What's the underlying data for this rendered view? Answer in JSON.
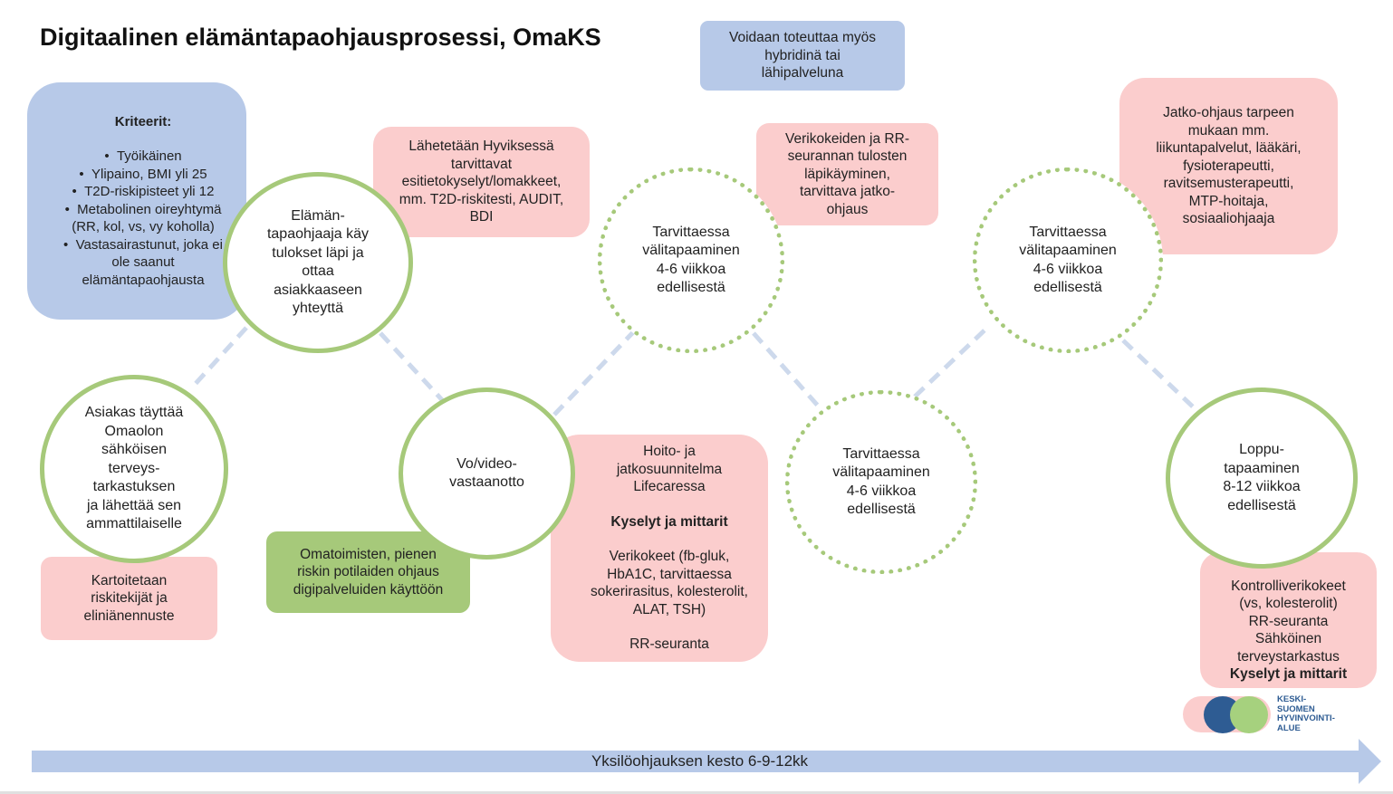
{
  "title": "Digitaalinen elämäntapaohjausprosessi, OmaKS",
  "hybrid_note": [
    "Voidaan toteuttaa myös",
    "hybridinä tai",
    "lähipalveluna"
  ],
  "criteria": {
    "heading": "Kriteerit:",
    "items": [
      "Työikäinen",
      "Ylipaino, BMI yli 25",
      "T2D-riskipisteet yli 12",
      "Metabolinen oireyhtymä (RR, kol, vs, vy koholla)",
      "Vastasairastunut, joka ei ole saanut elämäntapaohjausta"
    ]
  },
  "steps": {
    "step1": [
      "Asiakas täyttää",
      "Omaolon",
      "sähköisen",
      "terveys-",
      "tarkastuksen",
      "ja lähettää sen",
      "ammattilaiselle"
    ],
    "step2": [
      "Elämän-",
      "tapaohjaaja käy",
      "tulokset läpi ja",
      "ottaa",
      "asiakkaaseen",
      "yhteyttä"
    ],
    "step3": [
      "Vo/video-",
      "vastaanotto"
    ],
    "step4": [
      "Tarvittaessa",
      "välitapaaminen",
      "4-6 viikkoa",
      "edellisestä"
    ],
    "step5": [
      "Tarvittaessa",
      "välitapaaminen",
      "4-6 viikkoa",
      "edellisestä"
    ],
    "step6": [
      "Tarvittaessa",
      "välitapaaminen",
      "4-6 viikkoa",
      "edellisestä"
    ],
    "step7": [
      "Loppu-",
      "tapaaminen",
      "8-12 viikkoa",
      "edellisestä"
    ]
  },
  "notes": {
    "risk_mapping": [
      "Kartoitetaan",
      "riskitekijät ja",
      "eliniänennuste"
    ],
    "self_care": [
      "Omatoimisten, pienen",
      "riskin potilaiden ohjaus",
      "digipalveluiden käyttöön"
    ],
    "pre_forms": [
      "Lähetetään Hyviksessä",
      "tarvittavat",
      "esitietokyselyt/lomakkeet,",
      "mm. T2D-riskitesti, AUDIT,",
      "BDI"
    ],
    "care_plan": {
      "lines": [
        "Hoito- ja",
        "jatkosuunnitelma",
        "Lifecaressa"
      ],
      "heading": "Kyselyt ja mittarit",
      "tests": [
        "Verikokeet (fb-gluk,",
        "HbA1C, tarvittaessa",
        "sokerirasitus, kolesterolit,",
        "ALAT, TSH)"
      ],
      "rr": "RR-seuranta"
    },
    "blood_review": [
      "Verikokeiden ja RR-",
      "seurannan tulosten",
      "läpikäyminen,",
      "tarvittava jatko-",
      "ohjaus"
    ],
    "follow_up": [
      "Jatko-ohjaus tarpeen",
      "mukaan mm.",
      "liikuntapalvelut, lääkäri,",
      "fysioterapeutti,",
      "ravitsemusterapeutti,",
      "MTP-hoitaja,",
      "sosiaaliohjaaja"
    ],
    "final": {
      "lines": [
        "Kontrolliverikokeet",
        "(vs, kolesterolit)",
        "RR-seuranta",
        "Sähköinen",
        "terveystarkastus"
      ],
      "heading": "Kyselyt ja mittarit"
    }
  },
  "duration": "Yksilöohjauksen kesto 6-9-12kk",
  "logo": {
    "lines": [
      "KESKI-",
      "SUOMEN",
      "HYVINVOINTI-",
      "ALUE"
    ],
    "colors": {
      "pill": "#fbcdcd",
      "dark": "#2e5c93",
      "light": "#a6d17e"
    }
  },
  "colors": {
    "blue_box": "#b7c9e8",
    "pink_box": "#fbcdcd",
    "green_box": "#a6c97a",
    "circle_border": "#a6c97a",
    "connector": "#cdd9ec",
    "arrow": "#b7c9e8"
  }
}
